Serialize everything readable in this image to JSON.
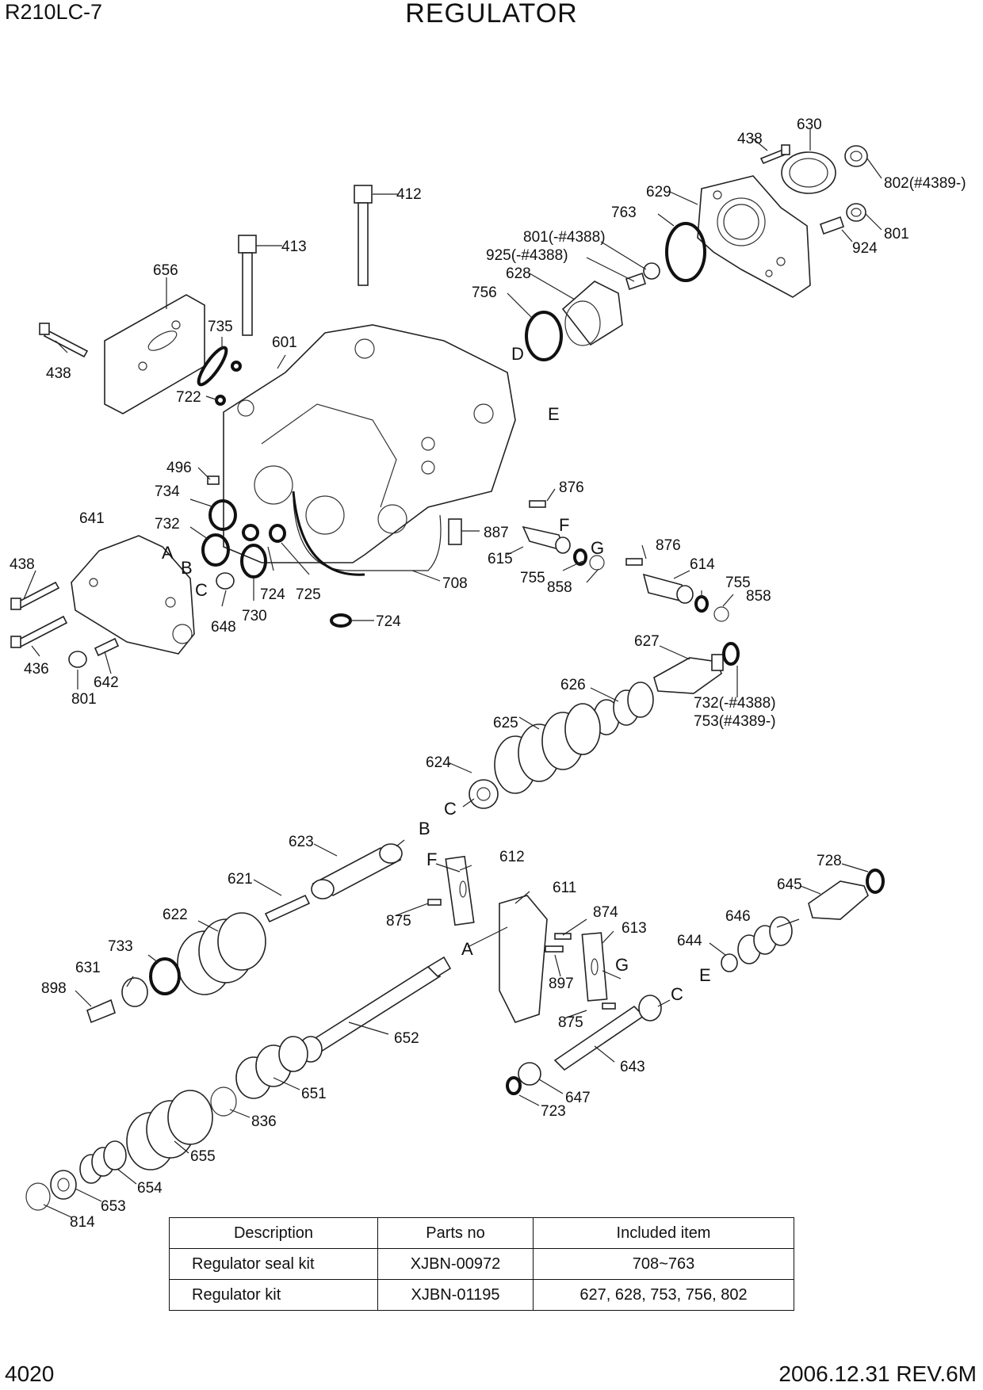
{
  "header": {
    "model": "R210LC-7",
    "title": "REGULATOR"
  },
  "footer": {
    "page": "4020",
    "revision": "2006.12.31  REV.6M"
  },
  "callouts": [
    {
      "id": "c630",
      "text": "630"
    },
    {
      "id": "c438a",
      "text": "438"
    },
    {
      "id": "c802",
      "text": "802(#4389-)"
    },
    {
      "id": "c629",
      "text": "629"
    },
    {
      "id": "c763",
      "text": "763"
    },
    {
      "id": "c801a",
      "text": "801"
    },
    {
      "id": "c924",
      "text": "924"
    },
    {
      "id": "c412",
      "text": "412"
    },
    {
      "id": "c801b",
      "text": "801(-#4388)"
    },
    {
      "id": "c925",
      "text": "925(-#4388)"
    },
    {
      "id": "c628",
      "text": "628"
    },
    {
      "id": "c413",
      "text": "413"
    },
    {
      "id": "c656",
      "text": "656"
    },
    {
      "id": "c756",
      "text": "756"
    },
    {
      "id": "c735",
      "text": "735"
    },
    {
      "id": "c601",
      "text": "601"
    },
    {
      "id": "c438b",
      "text": "438"
    },
    {
      "id": "c722",
      "text": "722"
    },
    {
      "id": "c496",
      "text": "496"
    },
    {
      "id": "c734",
      "text": "734"
    },
    {
      "id": "c876a",
      "text": "876"
    },
    {
      "id": "c641",
      "text": "641"
    },
    {
      "id": "c732a",
      "text": "732"
    },
    {
      "id": "c887",
      "text": "887"
    },
    {
      "id": "c876b",
      "text": "876"
    },
    {
      "id": "c438c",
      "text": "438"
    },
    {
      "id": "c615",
      "text": "615"
    },
    {
      "id": "c614",
      "text": "614"
    },
    {
      "id": "c755a",
      "text": "755"
    },
    {
      "id": "c858a",
      "text": "858"
    },
    {
      "id": "c724a",
      "text": "724"
    },
    {
      "id": "c725",
      "text": "725"
    },
    {
      "id": "c708",
      "text": "708"
    },
    {
      "id": "c755b",
      "text": "755"
    },
    {
      "id": "c858b",
      "text": "858"
    },
    {
      "id": "c648",
      "text": "648"
    },
    {
      "id": "c730",
      "text": "730"
    },
    {
      "id": "c724b",
      "text": "724"
    },
    {
      "id": "c436",
      "text": "436"
    },
    {
      "id": "c642",
      "text": "642"
    },
    {
      "id": "c801c",
      "text": "801"
    },
    {
      "id": "c627",
      "text": "627"
    },
    {
      "id": "c626",
      "text": "626"
    },
    {
      "id": "c732b",
      "text": "732(-#4388)"
    },
    {
      "id": "c753",
      "text": "753(#4389-)"
    },
    {
      "id": "c625",
      "text": "625"
    },
    {
      "id": "c624",
      "text": "624"
    },
    {
      "id": "c623",
      "text": "623"
    },
    {
      "id": "c612",
      "text": "612"
    },
    {
      "id": "c621",
      "text": "621"
    },
    {
      "id": "c611",
      "text": "611"
    },
    {
      "id": "c728",
      "text": "728"
    },
    {
      "id": "c622",
      "text": "622"
    },
    {
      "id": "c875a",
      "text": "875"
    },
    {
      "id": "c874",
      "text": "874"
    },
    {
      "id": "c645",
      "text": "645"
    },
    {
      "id": "c613",
      "text": "613"
    },
    {
      "id": "c646",
      "text": "646"
    },
    {
      "id": "c733",
      "text": "733"
    },
    {
      "id": "c644",
      "text": "644"
    },
    {
      "id": "c631",
      "text": "631"
    },
    {
      "id": "c897",
      "text": "897"
    },
    {
      "id": "c898",
      "text": "898"
    },
    {
      "id": "c875b",
      "text": "875"
    },
    {
      "id": "c652",
      "text": "652"
    },
    {
      "id": "c643",
      "text": "643"
    },
    {
      "id": "c651",
      "text": "651"
    },
    {
      "id": "c647",
      "text": "647"
    },
    {
      "id": "c723",
      "text": "723"
    },
    {
      "id": "c836",
      "text": "836"
    },
    {
      "id": "c655",
      "text": "655"
    },
    {
      "id": "c654",
      "text": "654"
    },
    {
      "id": "c653",
      "text": "653"
    },
    {
      "id": "c814",
      "text": "814"
    }
  ],
  "connection_letters": [
    {
      "id": "lD",
      "text": "D"
    },
    {
      "id": "lE1",
      "text": "E"
    },
    {
      "id": "lF1",
      "text": "F"
    },
    {
      "id": "lG1",
      "text": "G"
    },
    {
      "id": "lA1",
      "text": "A"
    },
    {
      "id": "lB1",
      "text": "B"
    },
    {
      "id": "lC1",
      "text": "C"
    },
    {
      "id": "lC2",
      "text": "C"
    },
    {
      "id": "lB2",
      "text": "B"
    },
    {
      "id": "lF2",
      "text": "F"
    },
    {
      "id": "lA2",
      "text": "A"
    },
    {
      "id": "lG2",
      "text": "G"
    },
    {
      "id": "lE2",
      "text": "E"
    },
    {
      "id": "lC3",
      "text": "C"
    }
  ],
  "kit_table": {
    "headers": [
      "Description",
      "Parts no",
      "Included item"
    ],
    "rows": [
      [
        "Regulator seal kit",
        "XJBN-00972",
        "708~763"
      ],
      [
        "Regulator kit",
        "XJBN-01195",
        "627, 628, 753, 756, 802"
      ]
    ]
  }
}
